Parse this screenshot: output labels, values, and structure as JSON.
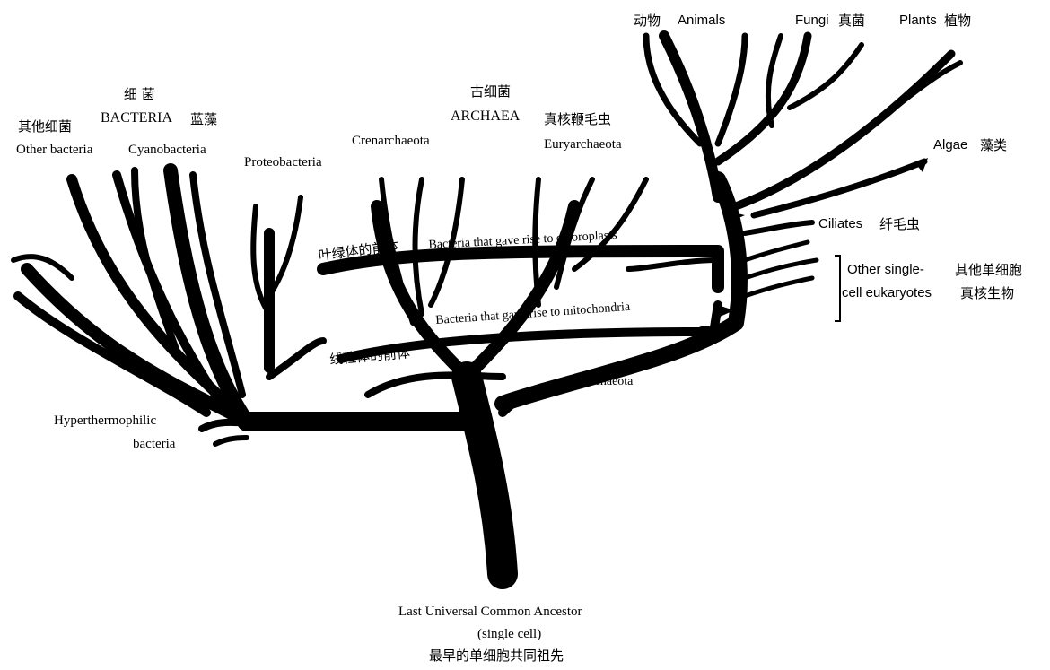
{
  "groups": {
    "bacteria_zh": "细 菌",
    "bacteria_en": "BACTERIA",
    "archaea_zh": "古细菌",
    "archaea_en": "ARCHAEA"
  },
  "leaves": {
    "other_bacteria_zh": "其他细菌",
    "other_bacteria_en": "Other bacteria",
    "cyanobacteria_zh": "蓝藻",
    "cyanobacteria_en": "Cyanobacteria",
    "proteobacteria": "Proteobacteria",
    "crenarchaeota": "Crenarchaeota",
    "euryarchaeota_zh": "真核鞭毛虫",
    "euryarchaeota_en": "Euryarchaeota",
    "korarchaeota": "Korarchaeota",
    "hyperthermophilic_1": "Hyperthermophilic",
    "hyperthermophilic_2": "bacteria",
    "animals_zh": "动物",
    "animals_en": "Animals",
    "fungi_en": "Fungi",
    "fungi_zh": "真菌",
    "plants_en": "Plants",
    "plants_zh": "植物",
    "algae_en": "Algae",
    "algae_zh": "藻类",
    "ciliates_en": "Ciliates",
    "ciliates_zh": "纤毛虫",
    "other_euk_en_1": "Other single-",
    "other_euk_en_2": "cell eukaryotes",
    "other_euk_zh_1": "其他单细胞",
    "other_euk_zh_2": "真核生物"
  },
  "transfers": {
    "chloroplast_zh": "叶绿体的前体",
    "chloroplast_en": "Bacteria that gave rise to chloroplasts",
    "mitochondria_zh": "线粒体的前体",
    "mitochondria_en": "Bacteria that gave rise to mitochondria"
  },
  "root": {
    "line1": "Last Universal Common Ancestor",
    "line2": "(single cell)",
    "line3": "最早的单细胞共同祖先"
  }
}
